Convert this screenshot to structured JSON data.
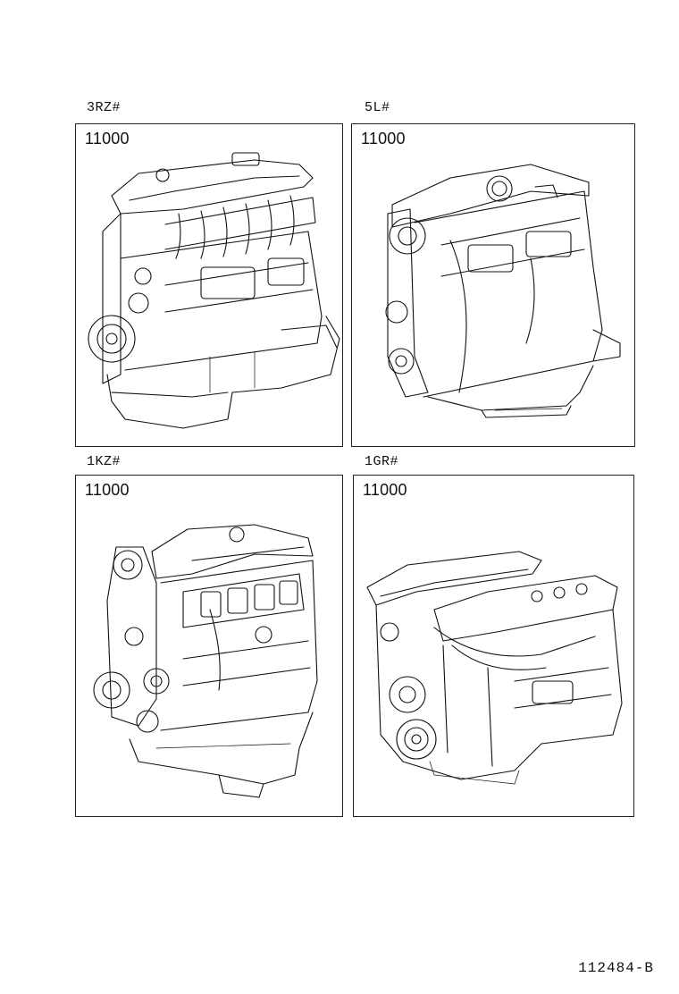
{
  "panels": [
    {
      "engine_code": "3RZ#",
      "part_number": "11000",
      "icon": "engine-3rz-illustration"
    },
    {
      "engine_code": "5L#",
      "part_number": "11000",
      "icon": "engine-5l-illustration"
    },
    {
      "engine_code": "1KZ#",
      "part_number": "11000",
      "icon": "engine-1kz-illustration"
    },
    {
      "engine_code": "1GR#",
      "part_number": "11000",
      "icon": "engine-1gr-illustration"
    }
  ],
  "footer": {
    "illustration_code": "112484-B"
  }
}
